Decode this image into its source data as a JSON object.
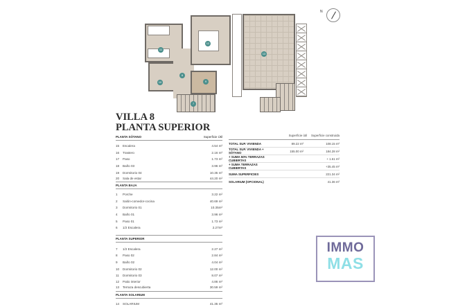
{
  "title": {
    "line1": "VILLA 8",
    "line2": "PLANTA SUPERIOR"
  },
  "compass": {
    "label": "N"
  },
  "plan_markers": [
    "11",
    "10",
    "8",
    "9",
    "7",
    "12",
    "13"
  ],
  "left_table": {
    "column_header": "Superficie Útil",
    "sections": [
      {
        "name": "PLANTA SÓTANO",
        "rows": [
          {
            "num": "15",
            "label": "Escalera",
            "value": "4.54 m²"
          },
          {
            "num": "16",
            "label": "Trastero",
            "value": "2.16 m²"
          },
          {
            "num": "17",
            "label": "Paso",
            "value": "1.73 m²"
          },
          {
            "num": "18",
            "label": "Baño 03",
            "value": "3.96 m²"
          },
          {
            "num": "19",
            "label": "Dormitorio 04",
            "value": "10.35 m²"
          },
          {
            "num": "20",
            "label": "Sala de estar",
            "value": "44.20 m²"
          }
        ]
      },
      {
        "name": "PLANTA BAJA",
        "rows": [
          {
            "num": "1",
            "label": "Porche",
            "value": "3.22 m²"
          },
          {
            "num": "2",
            "label": "Salón-comedor-cocina",
            "value": "40.69 m²"
          },
          {
            "num": "3",
            "label": "Dormitorio 01",
            "value": "10.35m²"
          },
          {
            "num": "4",
            "label": "Baño 01",
            "value": "3.96 m²"
          },
          {
            "num": "5",
            "label": "Paso 01",
            "value": "1.73 m²"
          },
          {
            "num": "6",
            "label": "1/2 Escalera",
            "value": "2.27m²"
          }
        ]
      },
      {
        "name": "PLANTA SUPERIOR",
        "rows": [
          {
            "num": "7",
            "label": "1/2 Escalera",
            "value": "2.27 m²"
          },
          {
            "num": "8",
            "label": "Paso 02",
            "value": "2.84 m²"
          },
          {
            "num": "9",
            "label": "Baño 02",
            "value": "4.04 m²"
          },
          {
            "num": "10",
            "label": "Dormitorio 02",
            "value": "12.00 m²"
          },
          {
            "num": "11",
            "label": "Dormitorio 03",
            "value": "8.07 m²"
          },
          {
            "num": "12",
            "label": "Patio interior",
            "value": "4.86 m²"
          },
          {
            "num": "13",
            "label": "Terraza descubierta",
            "value": "30.59 m²"
          }
        ]
      },
      {
        "name": "PLANTA SOLARIUM",
        "rows": [
          {
            "num": "14",
            "label": "SOLARIUM",
            "value": "41.35 m²"
          }
        ]
      }
    ]
  },
  "right_table": {
    "headers": [
      "Superficie útil",
      "Superficie construida"
    ],
    "rows": [
      {
        "label": "TOTAL SUP. VIVIENDA",
        "v1": "89.22 m²",
        "v2": "108.15 m²"
      },
      {
        "label": "TOTAL SUP. VIVIENDA + SÓTANO",
        "v1": "155.00 m²",
        "v2": "184.28 m²"
      },
      {
        "label": "+ SUMA 50% TERRAZAS CUBIERTAS",
        "v1": "",
        "v2": "+ 1.61 m²"
      },
      {
        "label": "+ SUMA TERRAZAS CUBIERTAS",
        "v1": "",
        "v2": "+35.45 m²"
      },
      {
        "label": "SUMA SUPERFICIES",
        "v1": "",
        "v2": "221.34 m²"
      },
      {
        "label": "SOLARIUM (OPCIONAL)",
        "v1": "",
        "v2": "41.36 m²"
      }
    ]
  },
  "logo": {
    "line1": "IMMO",
    "line2": "MAS"
  },
  "colors": {
    "floor": "#d8cfc3",
    "wall": "#6f6a65",
    "marker": "#4b8f8c",
    "logo_purple": "#6f6a9a",
    "logo_cyan": "#8fdfe6"
  }
}
